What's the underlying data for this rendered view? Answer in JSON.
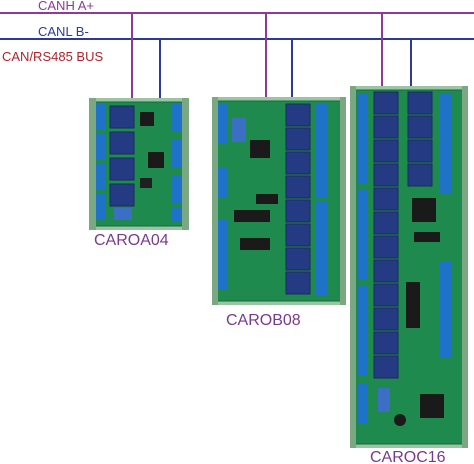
{
  "bus": {
    "canh_label": "CANH A+",
    "canl_label": "CANL B-",
    "bus_label": "CAN/RS485 BUS",
    "canh_color": "#8e3a97",
    "canl_color": "#2c3a9a",
    "bus_label_color": "#b0242a"
  },
  "boards": {
    "a": {
      "label": "CAROA04",
      "relays": 4
    },
    "b": {
      "label": "CAROB08",
      "relays": 8
    },
    "c": {
      "label": "CAROC16",
      "relays": 16
    }
  },
  "colors": {
    "pcb": "#1f8a4d",
    "relay": "#243b84",
    "terminal": "#1e73c9",
    "rail": "#7ba883",
    "label": "#7a3a8c"
  }
}
